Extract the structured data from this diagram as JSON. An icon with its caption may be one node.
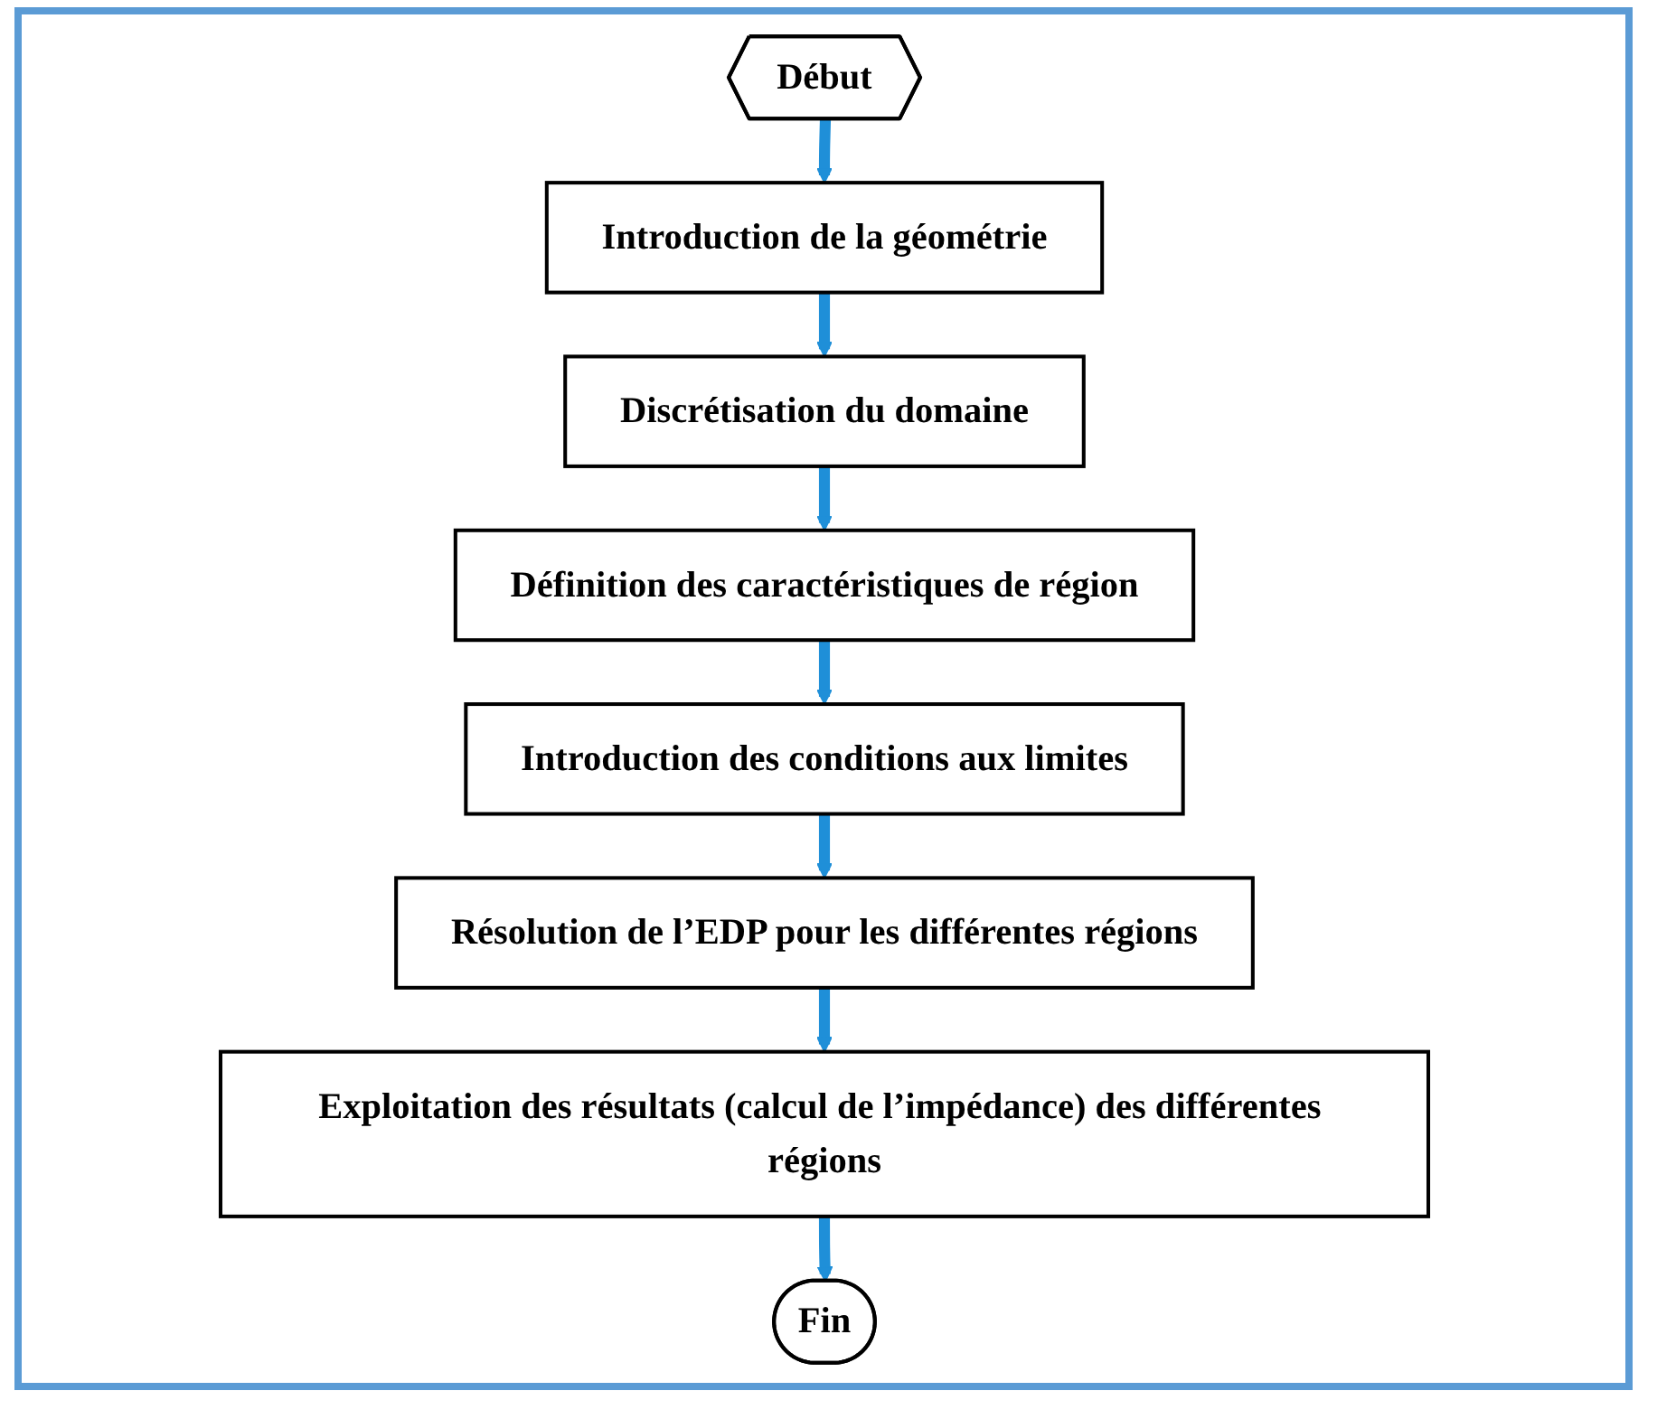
{
  "diagram": {
    "nodes": [
      {
        "text": [
          "Début"
        ]
      },
      {
        "text": [
          "Introduction de la géométrie"
        ]
      },
      {
        "text": [
          "Discrétisation du domaine"
        ]
      },
      {
        "text": [
          "Définition des caractéristiques de région"
        ]
      },
      {
        "text": [
          "Introduction des conditions aux limites"
        ]
      },
      {
        "text": [
          "Résolution de l’EDP pour les différentes régions"
        ]
      },
      {
        "text": [
          "Exploitation des résultats (calcul de l’impédance) des différentes régions"
        ]
      },
      {
        "text": [
          "Fin"
        ]
      }
    ],
    "edges": [
      {
        "from": 0,
        "to": 1,
        "arrow": "to"
      },
      {
        "from": 1,
        "to": 2,
        "arrow": "to"
      },
      {
        "from": 2,
        "to": 3,
        "arrow": "to"
      },
      {
        "from": 3,
        "to": 4,
        "arrow": "to"
      },
      {
        "from": 4,
        "to": 5,
        "arrow": "to"
      },
      {
        "from": 5,
        "to": 6,
        "arrow": "to"
      },
      {
        "from": 6,
        "to": 7,
        "arrow": "to"
      }
    ]
  }
}
